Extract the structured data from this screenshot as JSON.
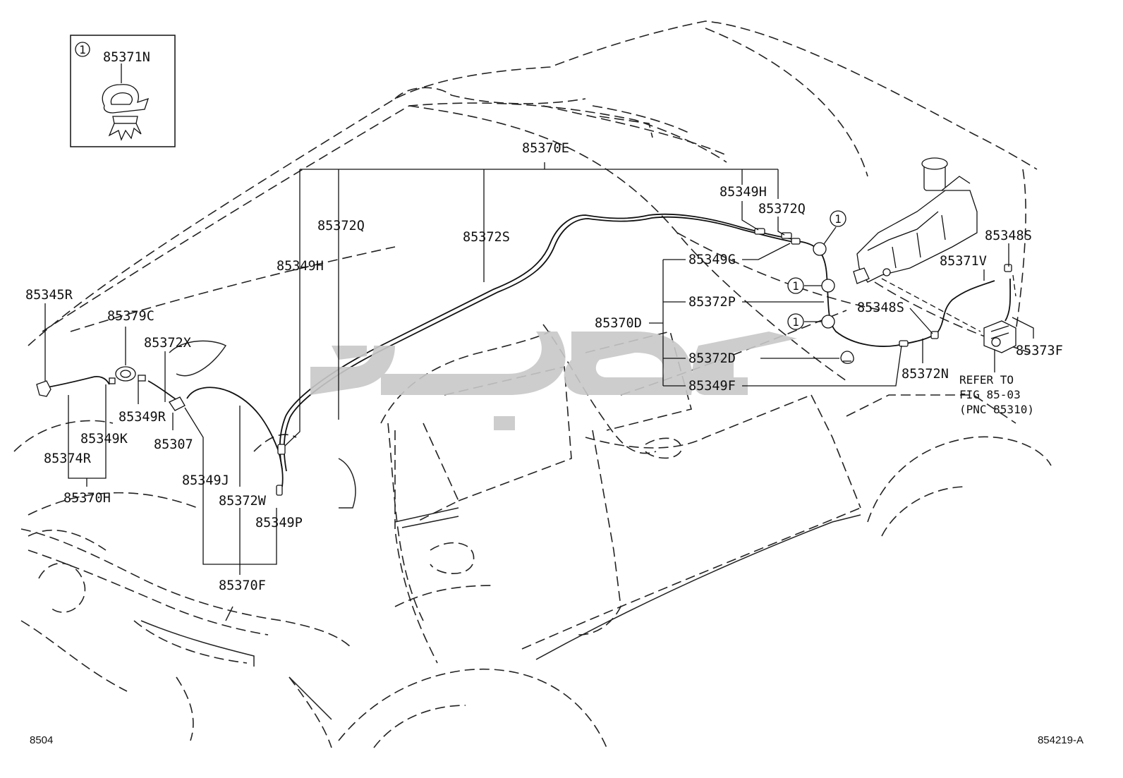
{
  "inset": {
    "ref_number": "1",
    "part": "85371N"
  },
  "labels": {
    "p85370E": "85370E",
    "p85349H_left": "85349H",
    "p85372Q_left": "85372Q",
    "p85372S": "85372S",
    "p85349H_right": "85349H",
    "p85372Q_right": "85372Q",
    "p85349G": "85349G",
    "p85372P": "85372P",
    "p85370D": "85370D",
    "p85372D": "85372D",
    "p85349F": "85349F",
    "p85348S_top": "85348S",
    "p85371V": "85371V",
    "p85348S_mid": "85348S",
    "p85373F": "85373F",
    "p85372N": "85372N",
    "p85345R": "85345R",
    "p85379C": "85379C",
    "p85372X": "85372X",
    "p85349R": "85349R",
    "p85349K": "85349K",
    "p85307": "85307",
    "p85374R": "85374R",
    "p85370H": "85370H",
    "p85349J": "85349J",
    "p85372W": "85372W",
    "p85349P": "85349P",
    "p85370F": "85370F"
  },
  "ref_markers": [
    "1",
    "1",
    "1"
  ],
  "reference_note": [
    "REFER TO",
    "FIG 85-03",
    "(PNC 85310)"
  ],
  "footer": {
    "page_code": "8504",
    "diagram_id": "854219-A"
  },
  "colors": {
    "line": "#111111",
    "background": "#ffffff",
    "watermark": "#c8c8c8"
  }
}
